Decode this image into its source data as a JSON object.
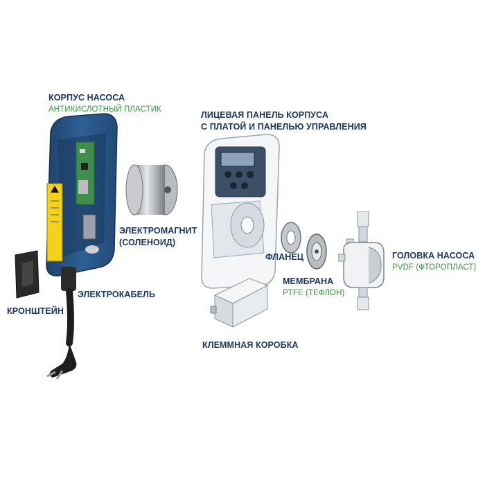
{
  "labels": {
    "housing_title": "КОРПУС НАСОСА",
    "housing_material": "АНТИКИСЛОТНЫЙ ПЛАСТИК",
    "front_panel_line1": "ЛИЦЕВАЯ ПАНЕЛЬ КОРПУСА",
    "front_panel_line2": "С ПЛАТОЙ И ПАНЕЛЬЮ УПРАВЛЕНИЯ",
    "electromagnet_line1": "ЭЛЕКТРОМАГНИТ",
    "electromagnet_line2": "(СОЛЕНОИД)",
    "bracket": "КРОНШТЕЙН",
    "cable": "ЭЛЕКТРОКАБЕЛЬ",
    "flange": "ФЛАНЕЦ",
    "membrane_title": "МЕМБРАНА",
    "membrane_material": "PTFE (ТЕФЛОН)",
    "pump_head_title": "ГОЛОВКА НАСОСА",
    "pump_head_material": "PVDF (ФТОРОПЛАСТ)",
    "terminal_box": "КЛЕММНАЯ КОРОБКА"
  },
  "colors": {
    "label_dark": "#1b3660",
    "label_green": "#2f9a3a",
    "housing_blue": "#2d5a8c",
    "board_green": "#3f8f4c",
    "warning_yellow": "#f3d21c"
  }
}
